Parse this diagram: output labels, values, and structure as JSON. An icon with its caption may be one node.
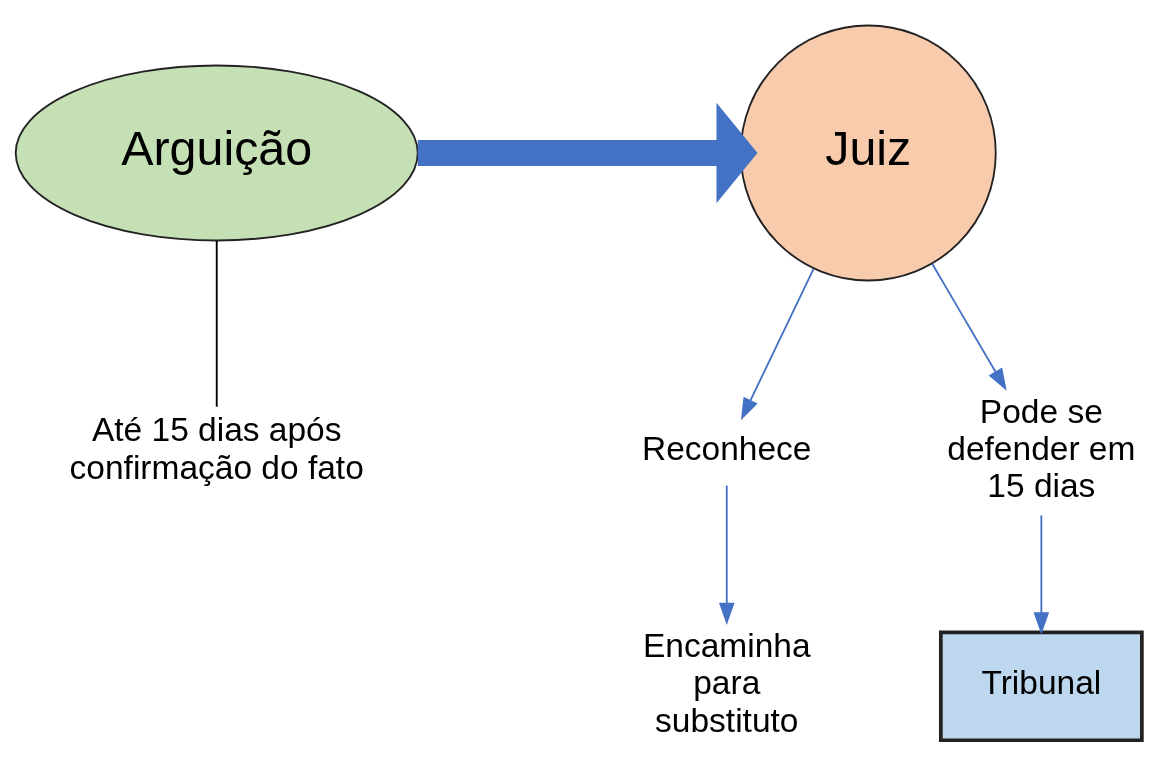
{
  "diagram": {
    "nodes": [
      {
        "text": [
          "Arguição"
        ]
      },
      {
        "text": [
          "Até 15 dias após confirmação do fato"
        ]
      },
      {
        "text": [
          "Juiz"
        ]
      },
      {
        "text": [
          "Reconhece"
        ]
      },
      {
        "text": [
          "Pode se defender em 15 dias"
        ]
      },
      {
        "text": [
          "Encaminha para substituto"
        ]
      },
      {
        "text": [
          "Tribunal"
        ]
      }
    ],
    "edges": [
      {
        "from": 0,
        "to": 1,
        "arrow": "none",
        "color": "#000000"
      },
      {
        "from": 0,
        "to": 2,
        "arrow": "to",
        "style": "thick"
      },
      {
        "from": 2,
        "to": 3,
        "arrow": "to"
      },
      {
        "from": 2,
        "to": 4,
        "arrow": "to"
      },
      {
        "from": 3,
        "to": 5,
        "arrow": "to"
      },
      {
        "from": 4,
        "to": 6,
        "arrow": "to"
      }
    ]
  }
}
